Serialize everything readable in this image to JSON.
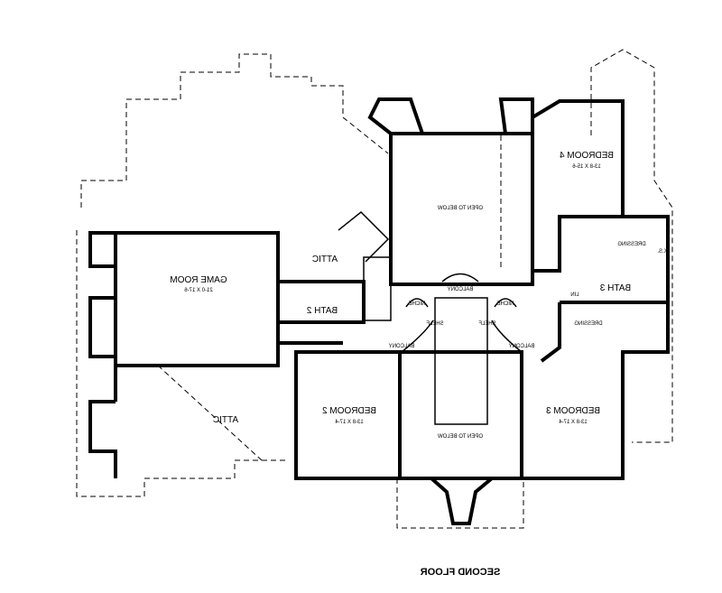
{
  "title": "SECOND FLOOR",
  "rooms": {
    "bedroom4": {
      "name": "BEDROOM 4",
      "size": "13-8 X 15-6"
    },
    "open_upper": {
      "name": "OPEN TO BELOW"
    },
    "attic_top": {
      "name": "ATTIC"
    },
    "game_room": {
      "name": "GAME ROOM",
      "size": "21-0 X 17-6"
    },
    "bath2": {
      "name": "BATH 2"
    },
    "dressing1": {
      "name": "DRESSING"
    },
    "ks": {
      "name": "K.S."
    },
    "bath3": {
      "name": "BATH 3"
    },
    "lin": {
      "name": "LIN"
    },
    "dressing2": {
      "name": "DRESSING"
    },
    "balcony_top": {
      "name": "BALCONY"
    },
    "niche_left": {
      "name": "NICHE"
    },
    "niche_right": {
      "name": "NICHE"
    },
    "shelf_left": {
      "name": "SHELF"
    },
    "shelf_right": {
      "name": "SHELF"
    },
    "balcony_left": {
      "name": "BALCONY"
    },
    "balcony_right": {
      "name": "BALCONY"
    },
    "bedroom2": {
      "name": "BEDROOM 2",
      "size": "13-8 X 17-4"
    },
    "open_lower": {
      "name": "OPEN TO BELOW"
    },
    "bedroom3": {
      "name": "BEDROOM 3",
      "size": "13-8 X 17-4"
    },
    "attic_bottom": {
      "name": "ATTIC"
    }
  }
}
